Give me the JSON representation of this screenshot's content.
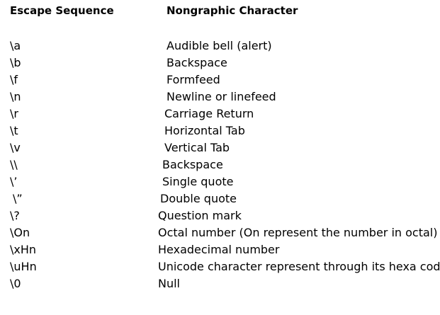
{
  "headers": {
    "sequence": "Escape Sequence",
    "character": "Nongraphic Character"
  },
  "rows": [
    {
      "seq": "\\a",
      "desc": "Audible bell (alert)"
    },
    {
      "seq": "\\b",
      "desc": "Backspace"
    },
    {
      "seq": "\\f",
      "desc": "Formfeed"
    },
    {
      "seq": "\\n",
      "desc": "Newline or linefeed"
    },
    {
      "seq": "\\r",
      "desc": "Carriage Return"
    },
    {
      "seq": "\\t",
      "desc": "Horizontal Tab"
    },
    {
      "seq": "\\v",
      "desc": "Vertical Tab"
    },
    {
      "seq": "\\\\",
      "desc": "Backspace"
    },
    {
      "seq": "\\’",
      "desc": "Single quote"
    },
    {
      "seq": "\\”",
      "desc": "Double quote"
    },
    {
      "seq": "\\?",
      "desc": "Question mark"
    },
    {
      "seq": "\\On",
      "desc": "Octal number (On represent the number in octal)"
    },
    {
      "seq": "\\xHn",
      "desc": "Hexadecimal number"
    },
    {
      "seq": "\\uHn",
      "desc": "Unicode character represent through its hexa code"
    },
    {
      "seq": "\\0",
      "desc": "Null"
    }
  ]
}
